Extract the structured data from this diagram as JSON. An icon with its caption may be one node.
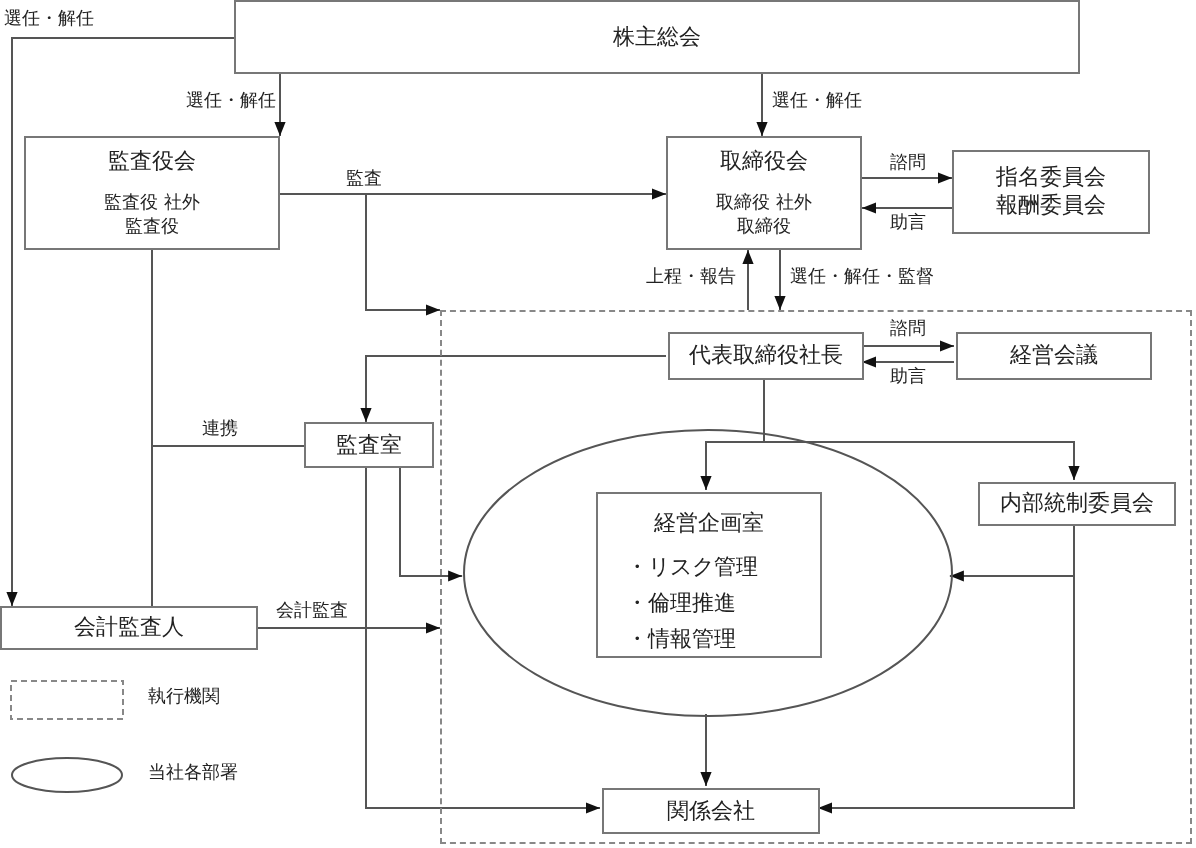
{
  "diagram": {
    "nodes": [
      {
        "text": [
          "株主総会"
        ]
      },
      {
        "text": [
          "監査役会",
          "監査役 社外監査役"
        ]
      },
      {
        "text": [
          "取締役会",
          "取締役 社外取締役"
        ]
      },
      {
        "text": [
          "指名委員会",
          "報酬委員会"
        ]
      },
      {
        "text": [],
        "shape": "box"
      },
      {
        "text": [
          "代表取締役社長"
        ],
        "in": 4
      },
      {
        "text": [
          "経営会議"
        ],
        "in": 4
      },
      {
        "text": [
          "監査室"
        ]
      },
      {
        "text": [],
        "shape": "ellipse",
        "in": 4
      },
      {
        "text": [
          "経営企画室",
          "・リスク管理",
          "・倫理推進",
          "・情報管理"
        ],
        "in": 8
      },
      {
        "text": [
          "内部統制委員会"
        ],
        "in": 4
      },
      {
        "text": [
          "関係会社"
        ],
        "in": 4
      },
      {
        "text": [
          "会計監査人"
        ]
      }
    ],
    "edges": [
      {
        "from": 0,
        "to": 1,
        "arrow": "to",
        "label": "選任・解任"
      },
      {
        "from": 0,
        "to": 12,
        "arrow": "to",
        "label": "選任・解任"
      },
      {
        "from": 0,
        "to": 2,
        "arrow": "to",
        "label": "選任・解任"
      },
      {
        "from": 1,
        "to": 2,
        "arrow": "to",
        "label": "監査"
      },
      {
        "from": 1,
        "to": 4,
        "arrow": "to"
      },
      {
        "from": 2,
        "to": 3,
        "arrow": "to",
        "label": "諮問"
      },
      {
        "from": 3,
        "to": 2,
        "arrow": "to",
        "label": "助言"
      },
      {
        "from": 4,
        "to": 2,
        "arrow": "to",
        "label": "上程・報告"
      },
      {
        "from": 2,
        "to": 4,
        "arrow": "to",
        "label": "選任・解任・監督"
      },
      {
        "from": 5,
        "to": 6,
        "arrow": "to",
        "label": "諮問"
      },
      {
        "from": 6,
        "to": 5,
        "arrow": "to",
        "label": "助言"
      },
      {
        "from": 5,
        "to": 7,
        "arrow": "to"
      },
      {
        "from": 7,
        "to": 1,
        "arrow": "none",
        "label": "連携"
      },
      {
        "from": 7,
        "to": 12,
        "arrow": "none"
      },
      {
        "from": 7,
        "to": 8,
        "arrow": "to"
      },
      {
        "from": 7,
        "to": 11,
        "arrow": "to"
      },
      {
        "from": 12,
        "to": 4,
        "arrow": "to",
        "label": "会計監査"
      },
      {
        "from": 5,
        "to": 9,
        "arrow": "to"
      },
      {
        "from": 5,
        "to": 10,
        "arrow": "to"
      },
      {
        "from": 10,
        "to": 8,
        "arrow": "to"
      },
      {
        "from": 10,
        "to": 11,
        "arrow": "to"
      },
      {
        "from": 8,
        "to": 11,
        "arrow": "to"
      }
    ],
    "legend": [
      {
        "text": "執行機関"
      },
      {
        "text": "当社各部署"
      }
    ]
  }
}
